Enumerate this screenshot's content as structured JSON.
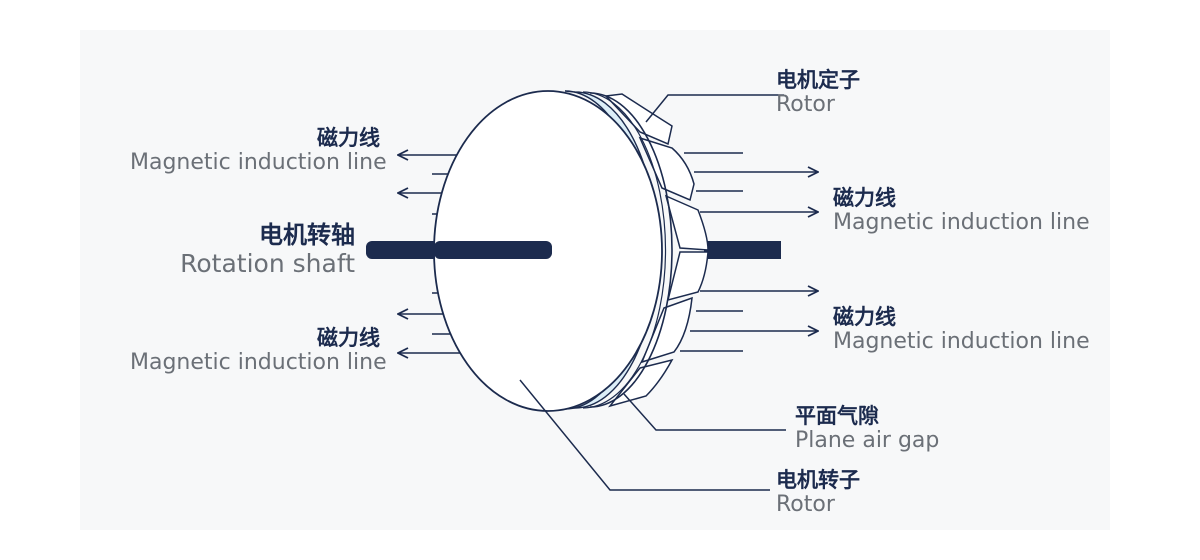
{
  "labels": {
    "stator": {
      "zh": "电机定子",
      "en": "Rotor"
    },
    "field_left_top": {
      "zh": "磁力线",
      "en": "Magnetic induction line"
    },
    "field_left_bottom": {
      "zh": "磁力线",
      "en": "Magnetic induction line"
    },
    "field_right_top": {
      "zh": "磁力线",
      "en": "Magnetic induction line"
    },
    "field_right_bottom": {
      "zh": "磁力线",
      "en": "Magnetic induction line"
    },
    "shaft": {
      "zh": "电机转轴",
      "en": "Rotation shaft"
    },
    "air_gap": {
      "zh": "平面气隙",
      "en": "Plane air gap"
    },
    "rotor": {
      "zh": "电机转子",
      "en": "Rotor"
    }
  },
  "colors": {
    "outline": "#1c2b4e",
    "shaft": "#1c2b4e",
    "air_gap_fill": "#dceef8",
    "panel_bg": "#f7f8f9",
    "zh_text": "#1c2b4e",
    "en_text": "#6b7077"
  }
}
